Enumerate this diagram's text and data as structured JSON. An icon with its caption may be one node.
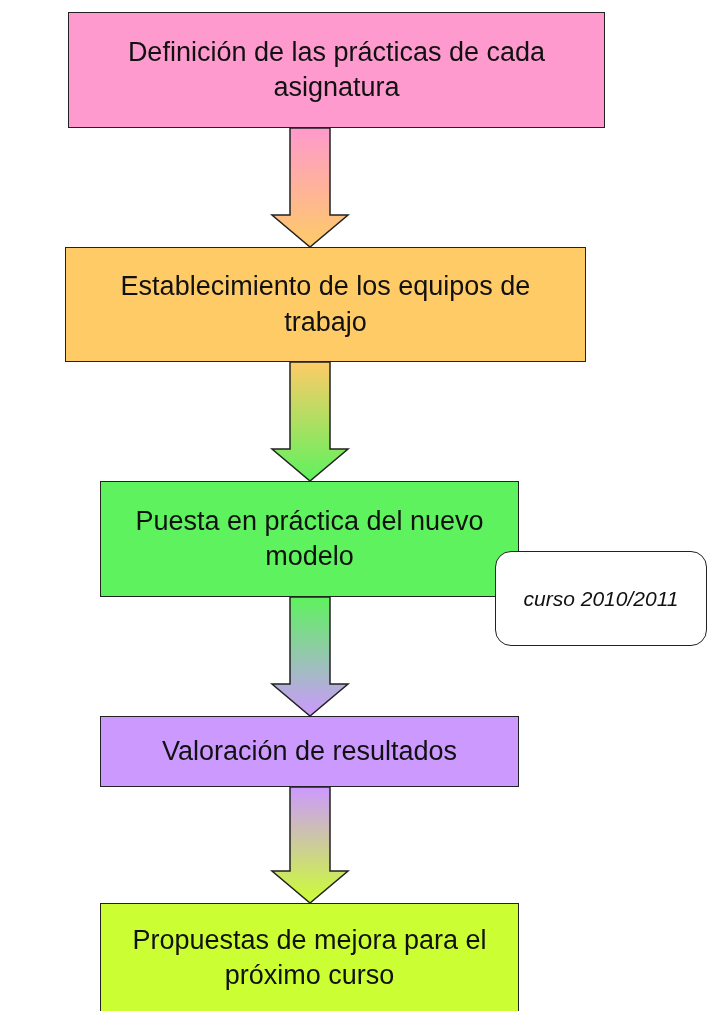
{
  "diagram": {
    "nodes": [
      {
        "text": [
          "Definición de las prácticas de cada asignatura"
        ]
      },
      {
        "text": [
          "Establecimiento de los equipos de trabajo"
        ]
      },
      {
        "text": [
          "Puesta en práctica del nuevo modelo"
        ]
      },
      {
        "text": [
          "curso 2010/2011"
        ]
      },
      {
        "text": [
          "Valoración de resultados"
        ]
      },
      {
        "text": [
          "Propuestas de mejora para el próximo curso"
        ]
      }
    ],
    "edges": [
      {
        "from": 0,
        "to": 1,
        "arrow": "to"
      },
      {
        "from": 1,
        "to": 2,
        "arrow": "to"
      },
      {
        "from": 2,
        "to": 4,
        "arrow": "to"
      },
      {
        "from": 4,
        "to": 5,
        "arrow": "to"
      }
    ]
  }
}
